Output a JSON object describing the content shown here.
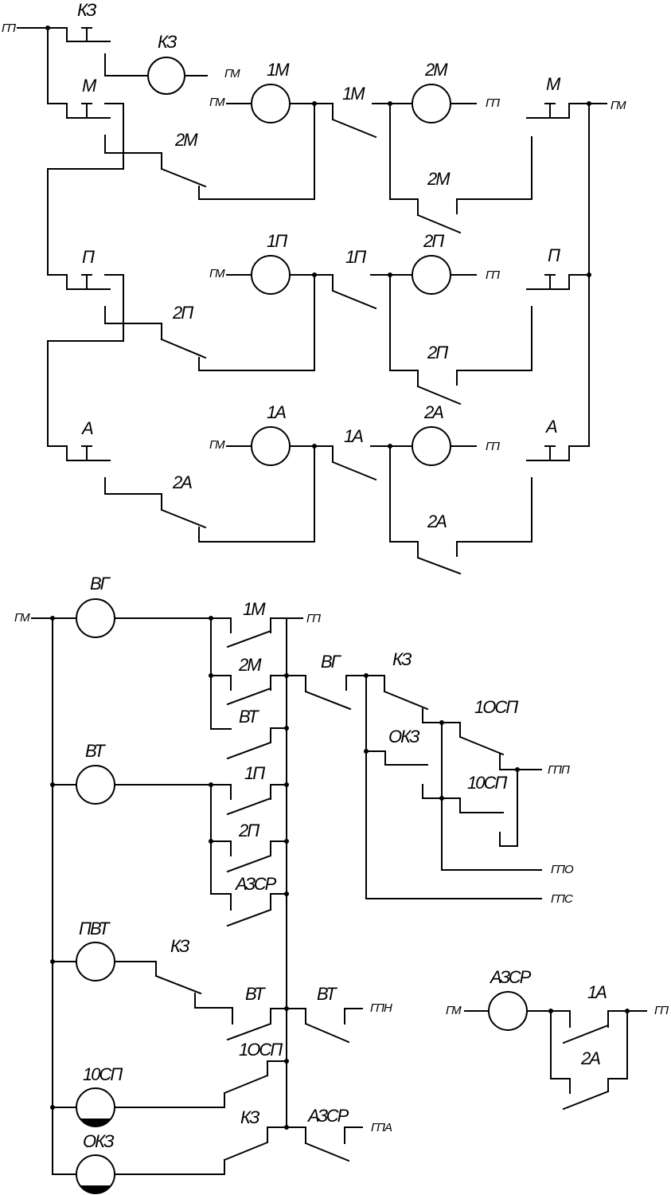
{
  "labels": {
    "kz": "КЗ",
    "m": "М",
    "m1": "1М",
    "m2": "2М",
    "p": "П",
    "p1": "1П",
    "p2": "2П",
    "a": "А",
    "a1": "1А",
    "a2": "2А",
    "vg": "ВГ",
    "vt": "ВТ",
    "pvt": "ПВТ",
    "osp1": "1ОСП",
    "osp10": "10СП",
    "okz": "ОКЗ",
    "azr": "АЗСР"
  },
  "terminals": {
    "gp": "ГП",
    "gm": "ГМ",
    "gpp": "ГПП",
    "gpo": "ГПО",
    "gpc": "ГПС",
    "gpn": "ГПН",
    "gpa": "ГПА"
  }
}
